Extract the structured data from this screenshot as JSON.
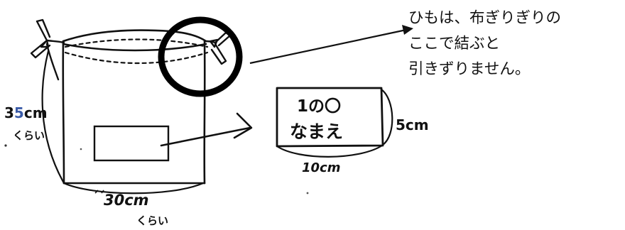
{
  "note": {
    "lines": [
      "ひもは、布ぎりぎりの",
      "ここで結ぶと",
      "引きずりません。"
    ]
  },
  "bag": {
    "height_label": "35cm",
    "height_approx": "くらい",
    "width_label": "30cm",
    "width_approx": "くらい"
  },
  "name_tag": {
    "class_text": "1の〇",
    "name_text": "なまえ",
    "height_label": "5cm",
    "width_label": "10cm"
  },
  "colors": {
    "ink": "#111111",
    "highlight_digit": "#3a5ba8"
  }
}
